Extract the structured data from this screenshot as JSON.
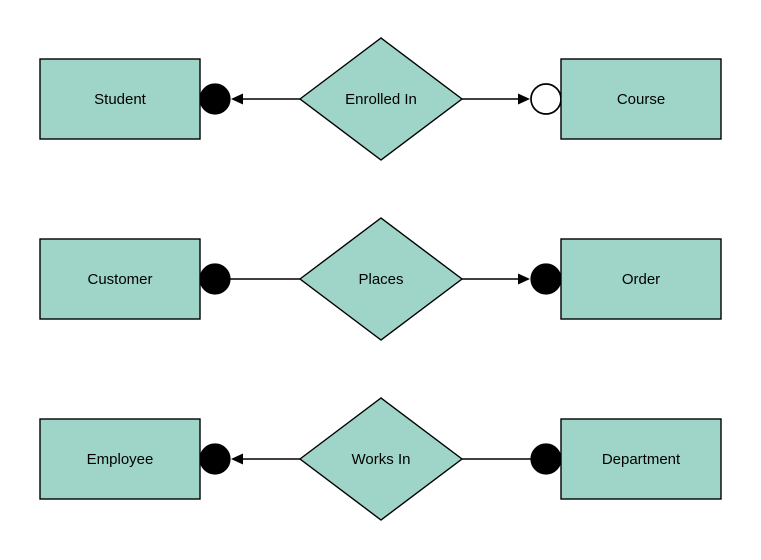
{
  "diagram": {
    "type": "entity-relationship",
    "rows": [
      {
        "left_entity": "Student",
        "relationship": "Enrolled In",
        "right_entity": "Course",
        "left_connector": "filled-circle",
        "right_connector": "open-circle",
        "left_arrowhead": "points-left-into-left-connector",
        "right_arrowhead": "points-right-into-right-connector"
      },
      {
        "left_entity": "Customer",
        "relationship": "Places",
        "right_entity": "Order",
        "left_connector": "filled-circle",
        "right_connector": "filled-circle",
        "left_arrowhead": "none",
        "right_arrowhead": "points-right-into-right-connector"
      },
      {
        "left_entity": "Employee",
        "relationship": "Works In",
        "right_entity": "Department",
        "left_connector": "filled-circle",
        "right_connector": "filled-circle",
        "left_arrowhead": "points-left-into-left-connector",
        "right_arrowhead": "none"
      }
    ]
  },
  "colors": {
    "shape_fill": "#9ed5c8",
    "shape_stroke": "#000000",
    "line": "#000000",
    "filled_connector": "#000000",
    "open_connector_fill": "#ffffff",
    "text": "#000000",
    "background": "#ffffff"
  }
}
